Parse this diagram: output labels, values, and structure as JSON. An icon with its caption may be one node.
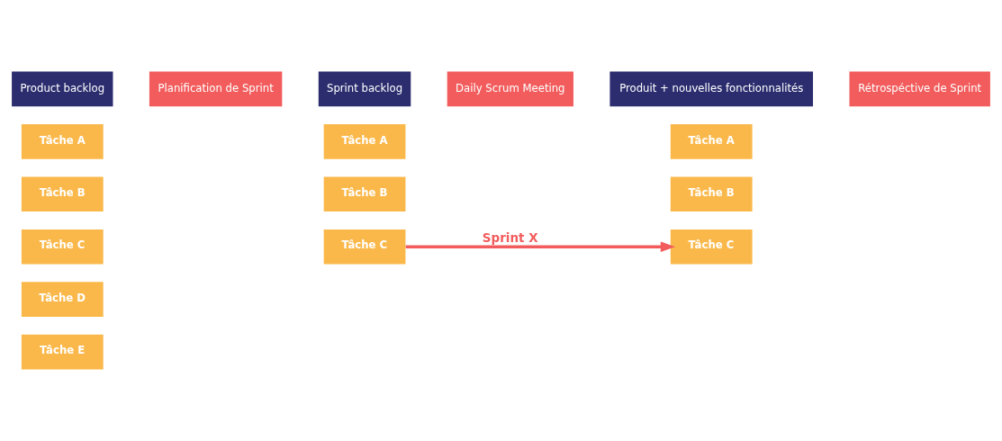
{
  "diagram": {
    "nodes": [
      {
        "text": [
          "Product backlog"
        ]
      },
      {
        "text": [
          "Tâche A"
        ]
      },
      {
        "text": [
          "Tâche B"
        ]
      },
      {
        "text": [
          "Tâche C"
        ]
      },
      {
        "text": [
          "Tâche D"
        ]
      },
      {
        "text": [
          "Tâche E"
        ]
      },
      {
        "text": [
          "Planification de Sprint"
        ]
      },
      {
        "text": [
          "Sprint backlog"
        ]
      },
      {
        "text": [
          "Tâche A"
        ]
      },
      {
        "text": [
          "Tâche B"
        ]
      },
      {
        "text": [
          "Tâche C"
        ]
      },
      {
        "text": [
          "Daily Scrum Meeting"
        ]
      },
      {
        "text": [
          "Produit + nouvelles fonctionnalités"
        ]
      },
      {
        "text": [
          "Tâche A"
        ]
      },
      {
        "text": [
          "Tâche B"
        ]
      },
      {
        "text": [
          "Tâche C"
        ]
      },
      {
        "text": [
          "Rétrospéctive de Sprint"
        ]
      }
    ],
    "edges": [
      {
        "from": 10,
        "to": 15,
        "arrow": "to",
        "label": "Sprint X"
      }
    ]
  }
}
